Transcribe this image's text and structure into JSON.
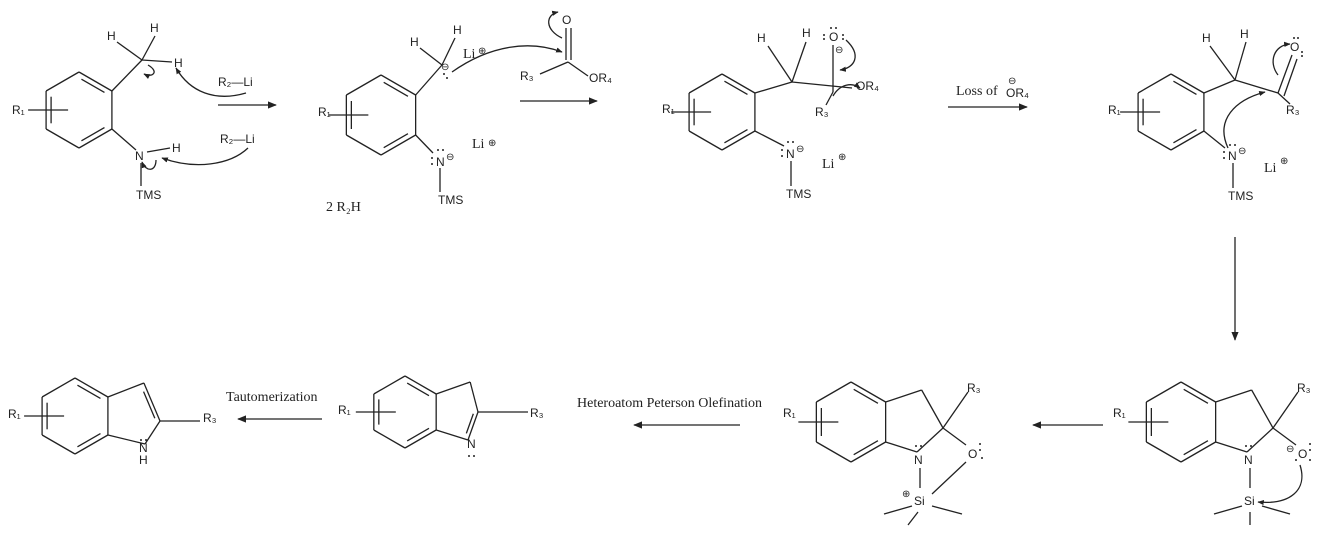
{
  "atoms": {
    "R1": "R₁",
    "R2": "R₂",
    "R3": "R₃",
    "OR4": "OR₄",
    "H": "H",
    "N": "N",
    "O": "O",
    "Li": "Li",
    "TMS": "TMS",
    "Si": "Si",
    "R2Li": "R₂—Li",
    "R2H": "2 R₂H"
  },
  "charges": {
    "minus": "⊖",
    "plus": "⊕"
  },
  "steps": {
    "loss_of": "Loss of",
    "loss_group": "OR₄",
    "tautomerization": "Tautomerization",
    "peterson": "Heteroatom Peterson Olefination"
  },
  "colors": {
    "ink": "#222222",
    "background": "#ffffff"
  }
}
